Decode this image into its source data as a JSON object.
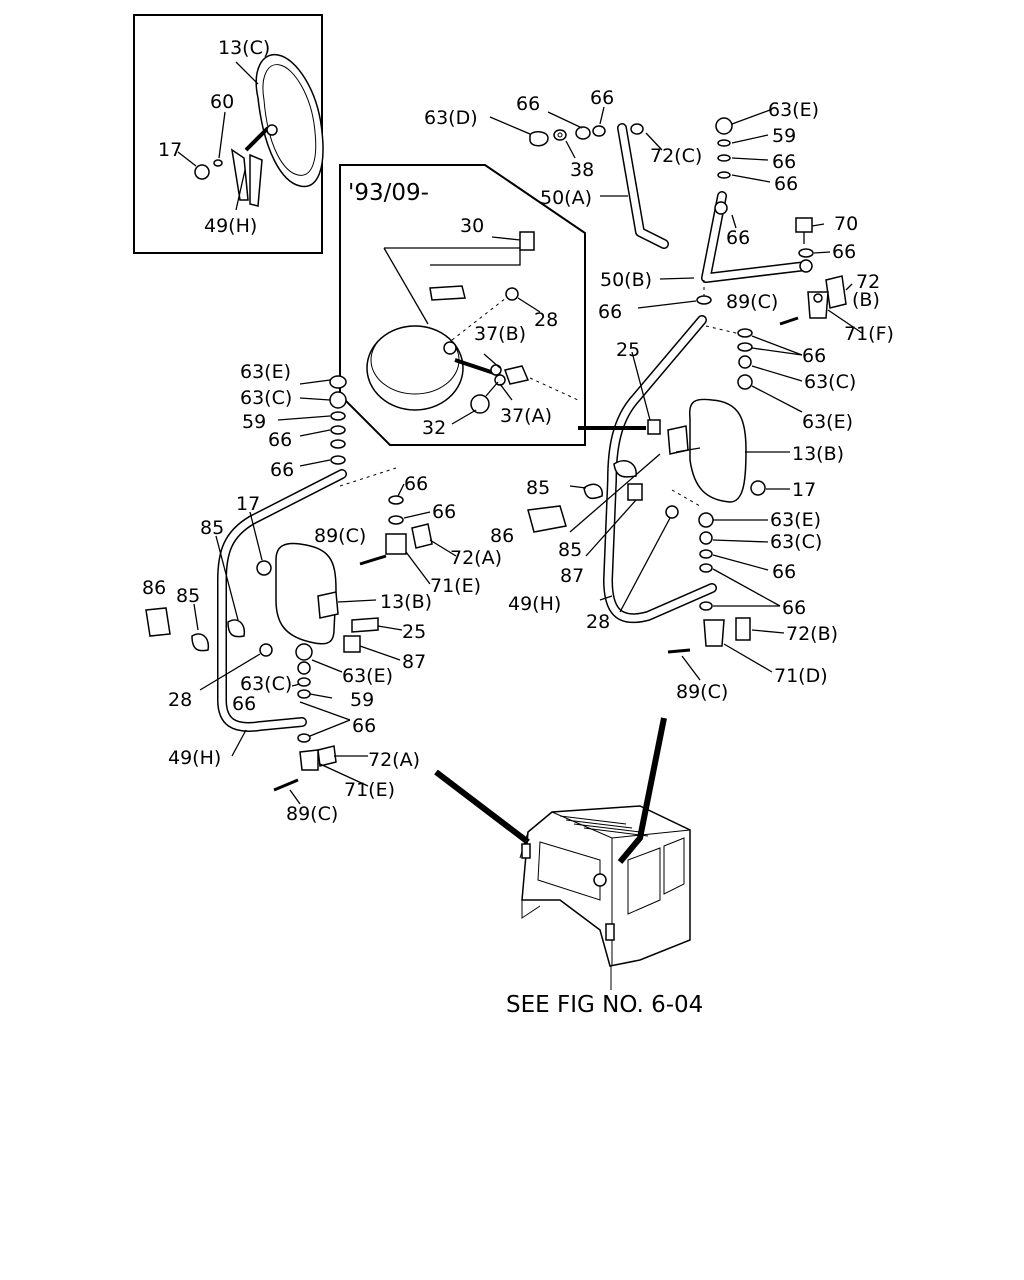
{
  "inset_label": "'93/09-",
  "footer_ref": "SEE FIG NO. 6-04",
  "callouts": {
    "c13C": "13(C)",
    "c60": "60",
    "c17_inset": "17",
    "c49H_inset": "49(H)",
    "c30": "30",
    "c28_inset": "28",
    "c37B": "37(B)",
    "c37A": "37(A)",
    "c32": "32",
    "c66_a": "66",
    "c66_b": "66",
    "c63D": "63(D)",
    "c38": "38",
    "c72C": "72(C)",
    "c50A": "50(A)",
    "c50B": "50(B)",
    "c66_c": "66",
    "c63E_top": "63(E)",
    "c59_top": "59",
    "c66_d": "66",
    "c66_e": "66",
    "c66_f": "66",
    "c70": "70",
    "c66_g": "66",
    "c72B_top": "72",
    "c72B_top2": "(B)",
    "c89C_top": "89(C)",
    "c71F": "71(F)",
    "c66_h": "66",
    "c63C_r": "63(C)",
    "c63E_r": "63(E)",
    "c25_r": "25",
    "c13B_r": "13(B)",
    "c17_r": "17",
    "c85_r1": "85",
    "c86_r": "86",
    "c85_r2": "85",
    "c87_r": "87",
    "c63E_r2": "63(E)",
    "c63C_r2": "63(C)",
    "c66_r1": "66",
    "c66_r2": "66",
    "c49H_r": "49(H)",
    "c28_r": "28",
    "c72B_r": "72(B)",
    "c71D": "71(D)",
    "c89C_r": "89(C)",
    "c63E_l": "63(E)",
    "c63C_l": "63(C)",
    "c59_l": "59",
    "c66_l1": "66",
    "c66_l2": "66",
    "c66_l3": "66",
    "c66_l4": "66",
    "c17_l": "17",
    "c85_l1": "85",
    "c89C_l": "89(C)",
    "c72A_l": "72(A)",
    "c71E_l": "71(E)",
    "c86_l": "86",
    "c85_l2": "85",
    "c13B_l": "13(B)",
    "c25_l": "25",
    "c87_l": "87",
    "c28_l": "28",
    "c63E_l2": "63(E)",
    "c63C_l2": "63(C)",
    "c59_l2": "59",
    "c66_l5": "66",
    "c66_l6": "66",
    "c49H_l": "49(H)",
    "c72A_l2": "72(A)",
    "c71E_l2": "71(E)",
    "c89C_l2": "89(C)"
  }
}
